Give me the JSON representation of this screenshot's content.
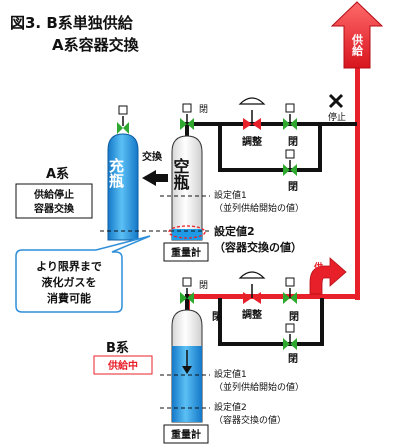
{
  "title": {
    "line1": "図3. B系単独供給",
    "line2": "A系容器交換"
  },
  "labels": {
    "supply": "供給",
    "stop": "停止",
    "open": "閉",
    "adjust": "調整",
    "valve_closed": "閉",
    "exchange": "交換"
  },
  "system_a": {
    "name": "A系",
    "status_line1": "供給停止",
    "status_line2": "容器交換",
    "full_tank": "充瓶",
    "empty_tank": "空瓶",
    "scale": "重量計",
    "setpoint1_line1": "設定値1",
    "setpoint1_line2": "（並列供給開始の値）",
    "setpoint2_line1": "設定値2",
    "setpoint2_line2": "（容器交換の値）"
  },
  "system_b": {
    "name": "B系",
    "status": "供給中",
    "scale": "重量計",
    "setpoint1_line1": "設定値1",
    "setpoint1_line2": "（並列供給開始の値）",
    "setpoint2_line1": "設定値2",
    "setpoint2_line2": "（容器交換の値）"
  },
  "callout": {
    "line1": "より限界まで",
    "line2": "液化ガスを",
    "line3": "消費可能"
  },
  "colors": {
    "supply_red": "#e8202a",
    "tank_blue": "#1f9ae6",
    "valve_green": "#2ea82e",
    "callout_blue": "#2f8fd8"
  }
}
